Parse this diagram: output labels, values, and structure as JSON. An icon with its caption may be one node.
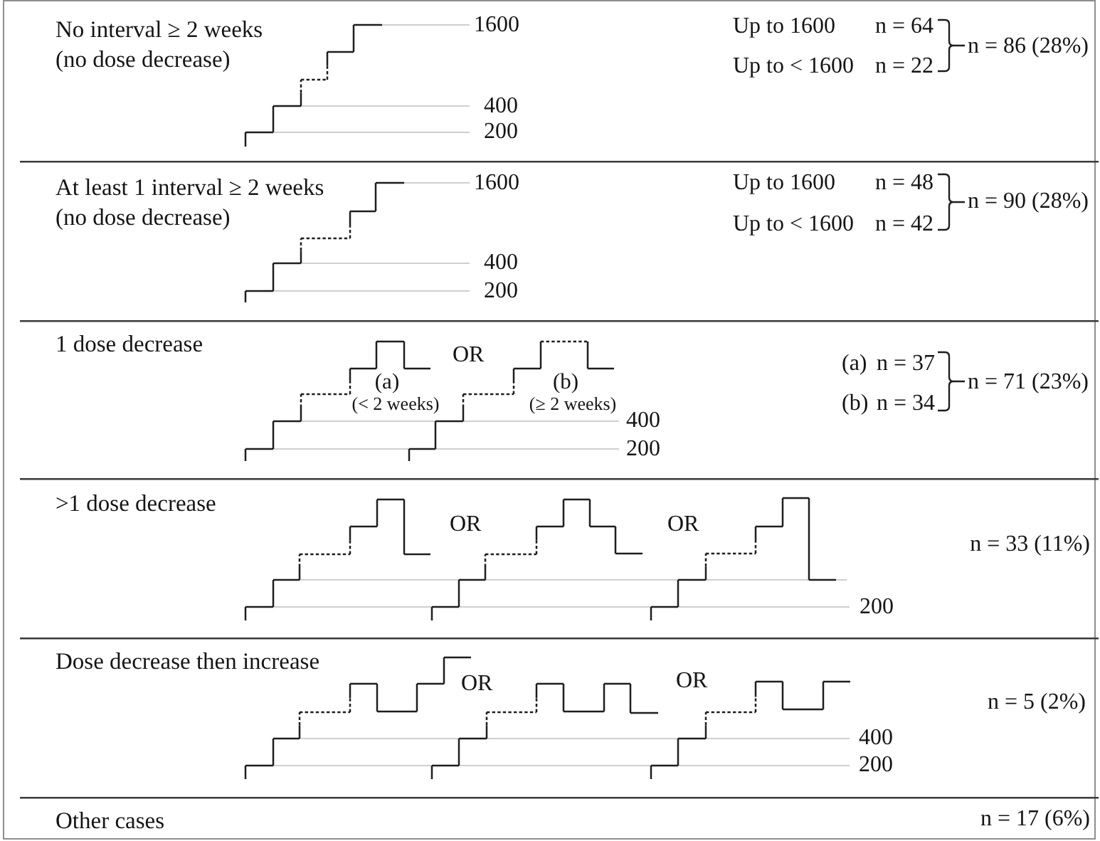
{
  "diagram": {
    "nodes": [
      {
        "text": [
          "No interval ≥ 2 weeks (no dose decrease)",
          "1600",
          "400",
          "200",
          "Up to 1600",
          "n = 64",
          "Up to < 1600",
          "n = 22",
          "n = 86 (28%)"
        ]
      },
      {
        "text": [
          "At least 1 interval ≥ 2 weeks (no dose decrease)",
          "1600",
          "400",
          "200",
          "Up to 1600",
          "n = 48",
          "Up to < 1600",
          "n = 42",
          "n = 90 (28%)"
        ]
      },
      {
        "text": [
          "1 dose decrease",
          "(a)",
          "(< 2 weeks)",
          "OR",
          "(b)",
          "(≥ 2 weeks)",
          "400",
          "200",
          "(a)",
          "n = 37",
          "(b)",
          "n = 34",
          "n = 71 (23%)"
        ]
      },
      {
        "text": [
          ">1 dose decrease",
          "OR",
          "OR",
          "200",
          "n = 33 (11%)"
        ]
      },
      {
        "text": [
          "Dose decrease then increase",
          "OR",
          "OR",
          "400",
          "200",
          "n = 5 (2%)"
        ]
      },
      {
        "text": [
          "Other cases",
          "n = 17 (6%)"
        ]
      }
    ]
  }
}
